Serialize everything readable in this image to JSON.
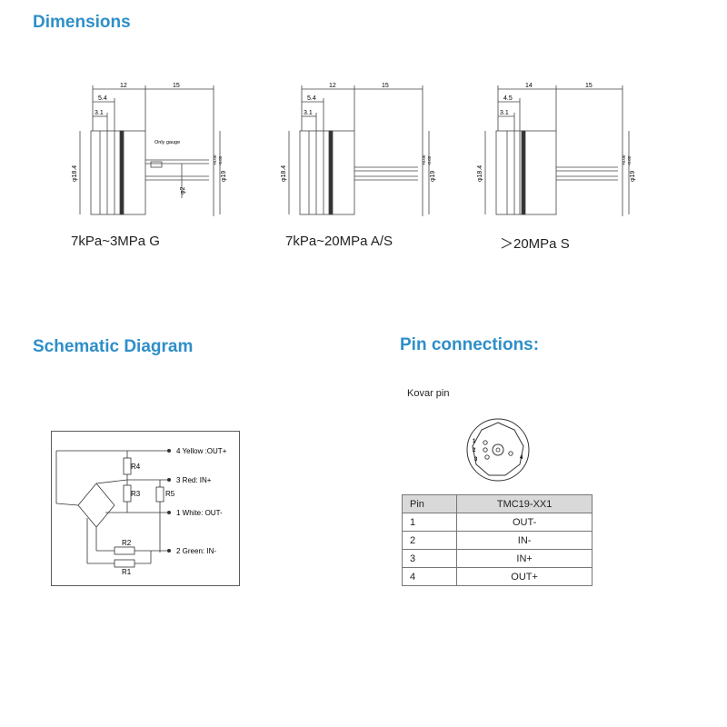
{
  "dimensions": {
    "heading": "Dimensions",
    "drawings": [
      {
        "caption": "7kPa~3MPa G",
        "dim_total_a": "12",
        "dim_total_b": "15",
        "dim_mid": "5.4",
        "dim_small": "3.1",
        "dia_body": "φ18.4",
        "dia_flange": "φ19",
        "tol_upper": "+0.00",
        "tol_lower": "-0.05",
        "only_gauge": "Only gauge",
        "dia_pin": "φ2"
      },
      {
        "caption": "7kPa~20MPa A/S",
        "dim_total_a": "12",
        "dim_total_b": "15",
        "dim_mid": "5.4",
        "dim_small": "3.1",
        "dia_body": "φ18.4",
        "dia_flange": "φ19",
        "tol_upper": "+0.00",
        "tol_lower": "-0.05"
      },
      {
        "caption": "＞20MPa S",
        "dim_total_a": "14",
        "dim_total_b": "15",
        "dim_mid": "4.5",
        "dim_small": "3.1",
        "dia_body": "φ18.4",
        "dia_flange": "φ19",
        "tol_upper": "+0.00",
        "tol_lower": "-0.05"
      }
    ]
  },
  "schematic": {
    "heading": "Schematic Diagram",
    "resistors": [
      "R4",
      "R3",
      "R5",
      "R2",
      "R1"
    ],
    "terminals": [
      "4 Yellow :OUT+",
      "3 Red:    IN+",
      "1 White:  OUT-",
      "2 Green:  IN-"
    ]
  },
  "pins": {
    "heading": "Pin connections:",
    "kovar_label": "Kovar pin",
    "pin_numbers": [
      "1",
      "2",
      "3",
      "4"
    ],
    "table": {
      "headers": [
        "Pin",
        "TMC19-XX1"
      ],
      "rows": [
        [
          "1",
          "OUT-"
        ],
        [
          "2",
          "IN-"
        ],
        [
          "3",
          "IN+"
        ],
        [
          "4",
          "OUT+"
        ]
      ]
    }
  },
  "colors": {
    "heading": "#2e8fc9",
    "line": "#333333",
    "table_header_bg": "#d9d9d9"
  }
}
